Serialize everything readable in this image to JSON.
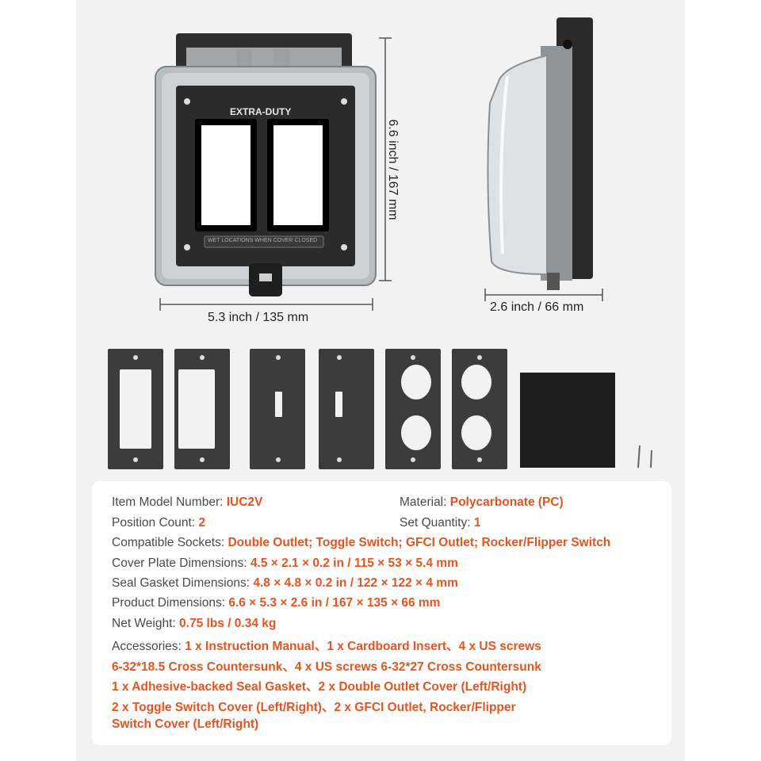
{
  "product": {
    "front_label": "EXTRA-DUTY",
    "note_label": "WET LOCATIONS WHEN COVER CLOSED"
  },
  "dimensions": {
    "height": "6.6 inch / 167 mm",
    "width": "5.3 inch / 135 mm",
    "depth": "2.6 inch / 66 mm"
  },
  "specs": {
    "model_label": "Item Model Number:",
    "model_value": "IUC2V",
    "material_label": "Material:",
    "material_value": "Polycarbonate (PC)",
    "position_label": "Position Count:",
    "position_value": "2",
    "set_label": "Set Quantity:",
    "set_value": "1",
    "sockets_label": "Compatible Sockets:",
    "sockets_value": "Double Outlet; Toggle Switch; GFCI Outlet; Rocker/Flipper Switch",
    "plate_label": "Cover Plate Dimensions:",
    "plate_value": "4.5 × 2.1 × 0.2 in / 115 × 53 × 5.4 mm",
    "gasket_label": "Seal Gasket Dimensions:",
    "gasket_value": "4.8 × 4.8 × 0.2 in / 122 × 122 × 4 mm",
    "product_label": "Product Dimensions:",
    "product_value": "6.6 × 5.3 × 2.6 in / 167 × 135 × 66 mm",
    "weight_label": "Net Weight:",
    "weight_value": "0.75 lbs / 0.34 kg",
    "accessories_label": "Accessories:",
    "accessories_line1": "1 x Instruction Manual、1 x Cardboard Insert、4 x US screws",
    "accessories_line2": "6-32*18.5 Cross Countersunk、4 x US screws 6-32*27 Cross Countersunk",
    "accessories_line3": "1 x Adhesive-backed Seal Gasket、2 x Double Outlet Cover (Left/Right)",
    "accessories_line4": "2 x Toggle Switch Cover (Left/Right)、2 x GFCI Outlet, Rocker/Flipper",
    "accessories_line5": "Switch Cover (Left/Right)"
  },
  "colors": {
    "accent": "#e8541e",
    "label": "#4a4a4a",
    "panel": "#f2f2f2",
    "plate": "#3c3c3c"
  }
}
